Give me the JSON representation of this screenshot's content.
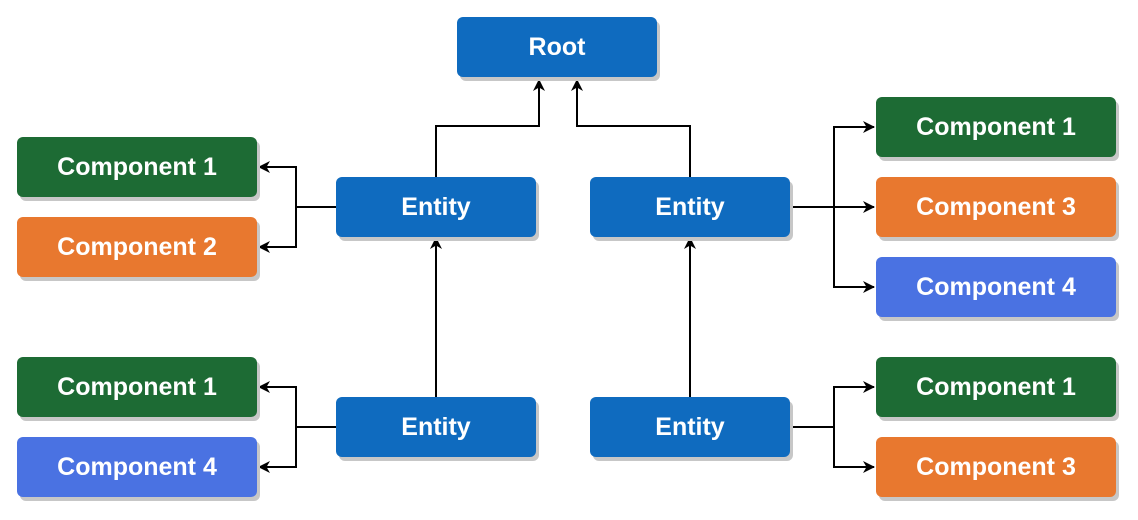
{
  "colors": {
    "root": "#0f6bbf",
    "entity": "#0f6bbf",
    "component_green": "#1d6b34",
    "component_orange": "#e8782f",
    "component_blue": "#4a72e2",
    "connector": "#000000"
  },
  "nodes": [
    {
      "id": "root",
      "label": "Root",
      "color": "#0f6bbf"
    },
    {
      "id": "entity-top-left",
      "label": "Entity",
      "color": "#0f6bbf"
    },
    {
      "id": "entity-top-right",
      "label": "Entity",
      "color": "#0f6bbf"
    },
    {
      "id": "entity-bottom-left",
      "label": "Entity",
      "color": "#0f6bbf"
    },
    {
      "id": "entity-bottom-right",
      "label": "Entity",
      "color": "#0f6bbf"
    },
    {
      "id": "comp-tl-1",
      "label": "Component 1",
      "color": "#1d6b34"
    },
    {
      "id": "comp-tl-2",
      "label": "Component 2",
      "color": "#e8782f"
    },
    {
      "id": "comp-bl-1",
      "label": "Component 1",
      "color": "#1d6b34"
    },
    {
      "id": "comp-bl-4",
      "label": "Component 4",
      "color": "#4a72e2"
    },
    {
      "id": "comp-tr-1",
      "label": "Component 1",
      "color": "#1d6b34"
    },
    {
      "id": "comp-tr-3",
      "label": "Component 3",
      "color": "#e8782f"
    },
    {
      "id": "comp-tr-4",
      "label": "Component 4",
      "color": "#4a72e2"
    },
    {
      "id": "comp-br-1",
      "label": "Component 1",
      "color": "#1d6b34"
    },
    {
      "id": "comp-br-3",
      "label": "Component 3",
      "color": "#e8782f"
    }
  ],
  "edges": [
    {
      "from": "entity-top-left",
      "to": "root"
    },
    {
      "from": "entity-top-right",
      "to": "root"
    },
    {
      "from": "entity-bottom-left",
      "to": "entity-top-left"
    },
    {
      "from": "entity-bottom-right",
      "to": "entity-top-right"
    },
    {
      "from": "entity-top-left",
      "to": "comp-tl-1"
    },
    {
      "from": "entity-top-left",
      "to": "comp-tl-2"
    },
    {
      "from": "entity-bottom-left",
      "to": "comp-bl-1"
    },
    {
      "from": "entity-bottom-left",
      "to": "comp-bl-4"
    },
    {
      "from": "entity-top-right",
      "to": "comp-tr-1"
    },
    {
      "from": "entity-top-right",
      "to": "comp-tr-3"
    },
    {
      "from": "entity-top-right",
      "to": "comp-tr-4"
    },
    {
      "from": "entity-bottom-right",
      "to": "comp-br-1"
    },
    {
      "from": "entity-bottom-right",
      "to": "comp-br-3"
    }
  ]
}
